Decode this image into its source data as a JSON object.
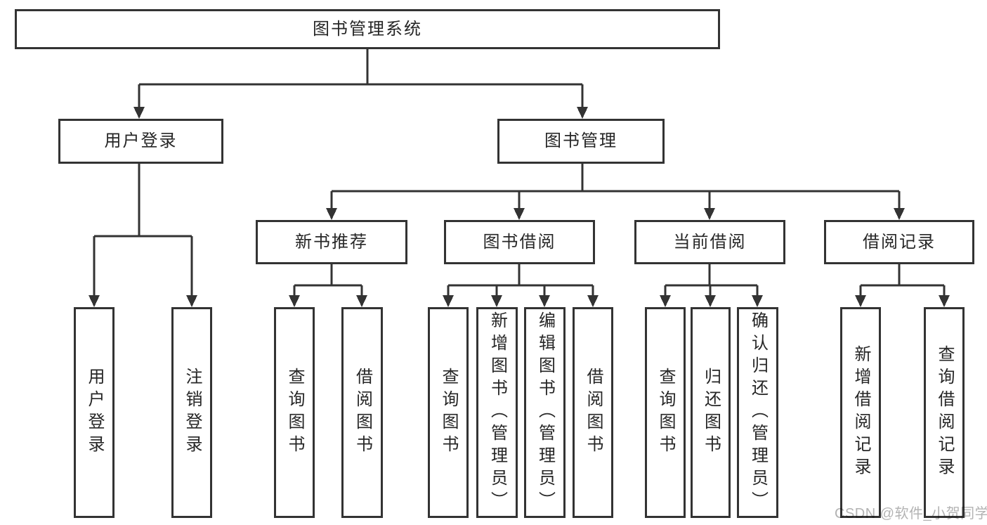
{
  "diagram": {
    "type": "hierarchy-tree",
    "nodes": {
      "root": {
        "label": "图书管理系统",
        "children": [
          "user_login",
          "book_mgmt"
        ]
      },
      "user_login": {
        "label": "用户登录",
        "children": [
          "login",
          "logout"
        ]
      },
      "book_mgmt": {
        "label": "图书管理",
        "children": [
          "new_rec",
          "borrowing",
          "current",
          "records"
        ]
      },
      "login": {
        "label": "用户登录"
      },
      "logout": {
        "label": "注销登录"
      },
      "new_rec": {
        "label": "新书推荐",
        "children": [
          "nb_query",
          "nb_borrow"
        ]
      },
      "borrowing": {
        "label": "图书借阅",
        "children": [
          "bb_query",
          "bb_add",
          "bb_edit",
          "bb_borrow"
        ]
      },
      "current": {
        "label": "当前借阅",
        "children": [
          "cb_query",
          "cb_return",
          "cb_confirm"
        ]
      },
      "records": {
        "label": "借阅记录",
        "children": [
          "br_add",
          "br_query"
        ]
      },
      "nb_query": {
        "label": "查询图书"
      },
      "nb_borrow": {
        "label": "借阅图书"
      },
      "bb_query": {
        "label": "查询图书"
      },
      "bb_add": {
        "label": "新增图书（管理员）"
      },
      "bb_edit": {
        "label": "编辑图书（管理员）"
      },
      "bb_borrow": {
        "label": "借阅图书"
      },
      "cb_query": {
        "label": "查询图书"
      },
      "cb_return": {
        "label": "归还图书"
      },
      "cb_confirm": {
        "label": "确认归还（管理员）"
      },
      "br_add": {
        "label": "新增借阅记录"
      },
      "br_query": {
        "label": "查询借阅记录"
      }
    },
    "colors": {
      "line": "#333333",
      "text": "#262626",
      "background": "#ffffff",
      "watermark": "#b3b3b3"
    }
  },
  "watermark": {
    "text": "CSDN @软件_小贺同学"
  }
}
